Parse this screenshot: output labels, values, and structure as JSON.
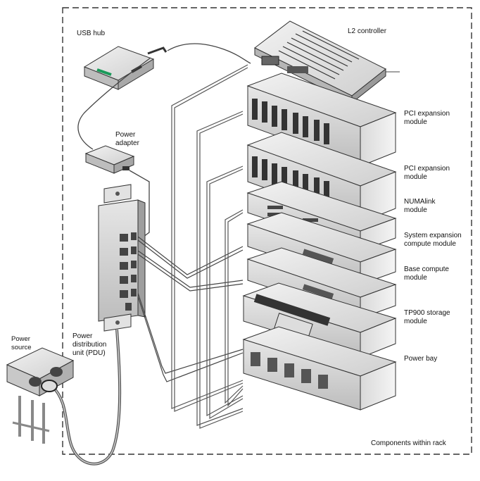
{
  "labels": {
    "usb_hub": "USB hub",
    "power_adapter": [
      "Power",
      "adapter"
    ],
    "power_source": [
      "Power",
      "source"
    ],
    "pdu": [
      "Power",
      "distribution",
      "unit (PDU)"
    ],
    "l2_controller": "L2 controller",
    "pci_expansion_1": [
      "PCI expansion",
      "module"
    ],
    "pci_expansion_2": [
      "PCI expansion",
      "module"
    ],
    "numalink": [
      "NUMAlink",
      "module"
    ],
    "system_expansion": [
      "System expansion",
      "compute module"
    ],
    "base_compute": [
      "Base compute",
      "module"
    ],
    "tp900": [
      "TP900 storage",
      "module"
    ],
    "power_bay": "Power bay",
    "rack_caption": "Components within rack"
  }
}
